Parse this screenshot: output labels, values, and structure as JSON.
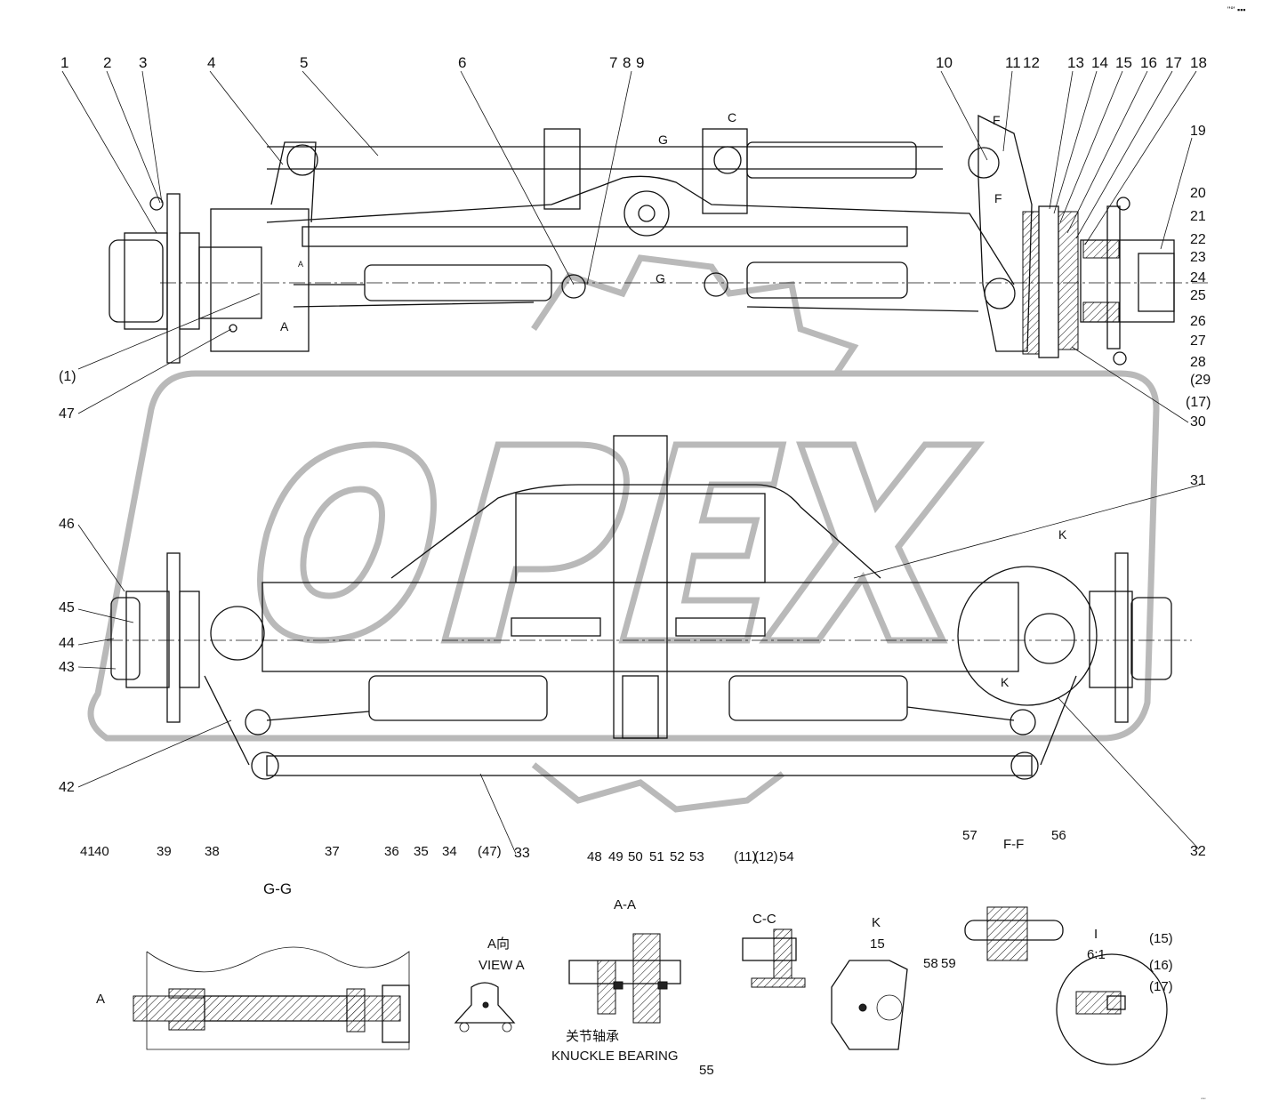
{
  "corner_mark": "\"°' ▪▪▪",
  "watermark": "OPEX",
  "part_numbers_top": [
    "1",
    "2",
    "3",
    "4",
    "5",
    "6",
    "7",
    "8",
    "9",
    "10",
    "11",
    "12",
    "13",
    "14",
    "15",
    "16",
    "17",
    "18"
  ],
  "part_numbers_right": [
    "19",
    "20",
    "21",
    "22",
    "23",
    "24",
    "25",
    "26",
    "27",
    "28",
    "(29",
    "(17)",
    "30",
    "31"
  ],
  "part_numbers_left": [
    "(1)",
    "47",
    "46",
    "45",
    "44",
    "43",
    "42"
  ],
  "part_numbers_bottom_main": [
    "33",
    "32"
  ],
  "section_marks": {
    "g_top": "G",
    "g_mid": "G",
    "c_top": "C",
    "f_top": "F",
    "f_bottom": "F",
    "a_mark": "A",
    "a_small": "A",
    "k_top": "K",
    "k_bottom": "K"
  },
  "detail_gg": {
    "title": "G-G",
    "arrow": "A",
    "labels": [
      "41",
      "40",
      "39",
      "38",
      "37",
      "36",
      "35",
      "34",
      "(47)",
      "33"
    ]
  },
  "detail_view_a": {
    "title_cn": "A向",
    "title_en": "VIEW A"
  },
  "detail_aa": {
    "title": "A-A",
    "labels": [
      "48",
      "49",
      "50",
      "51",
      "52",
      "53",
      "55"
    ],
    "note_cn": "关节轴承",
    "note_en": "KNUCKLE BEARING"
  },
  "detail_cc": {
    "title": "C-C",
    "labels": [
      "(11)",
      "(12)",
      "54"
    ]
  },
  "detail_k": {
    "title": "K",
    "scale": "15",
    "labels": [
      "58",
      "59"
    ]
  },
  "detail_ff": {
    "title": "F-F",
    "labels": [
      "57",
      "56"
    ]
  },
  "detail_i": {
    "title": "I",
    "scale": "6:1",
    "labels": [
      "(15)",
      "(16)",
      "(17)"
    ]
  }
}
